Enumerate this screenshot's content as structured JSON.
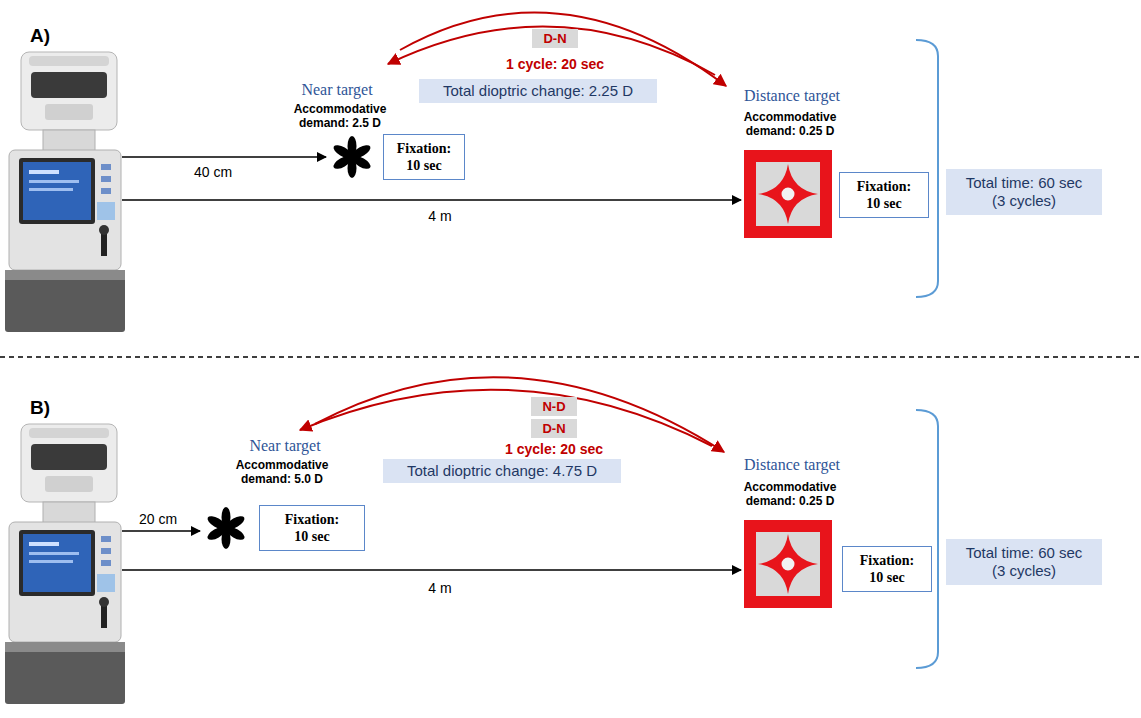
{
  "diagram": {
    "nodes": [
      {
        "text": [
          "D-N"
        ]
      },
      {
        "text": [
          "Total dioptric change: 2.25 D"
        ]
      },
      {
        "text": [
          "Fixation: 10 sec"
        ]
      },
      {
        "text": [
          "Fixation: 10 sec"
        ]
      },
      {
        "text": [
          "Total time: 60 sec (3 cycles)"
        ]
      },
      {
        "text": [
          "N-D"
        ]
      },
      {
        "text": [
          "D-N"
        ]
      },
      {
        "text": [
          "Total dioptric change: 4.75 D"
        ]
      },
      {
        "text": [
          "Fixation: 10 sec"
        ]
      },
      {
        "text": [
          "Fixation: 10 sec"
        ]
      },
      {
        "text": [
          "Total time: 60 sec (3 cycles)"
        ]
      }
    ],
    "labels": [
      "A)",
      "Near target",
      "Accommodative demand: 2.5 D",
      "1 cycle: 20 sec",
      "Distance target",
      "Accommodative demand: 0.25 D",
      "40 cm",
      "4 m",
      "B)",
      "Near target",
      "Accommodative demand: 5.0 D",
      "1 cycle: 20 sec",
      "Distance target",
      "Accommodative demand: 0.25 D",
      "20 cm",
      "4 m"
    ]
  }
}
